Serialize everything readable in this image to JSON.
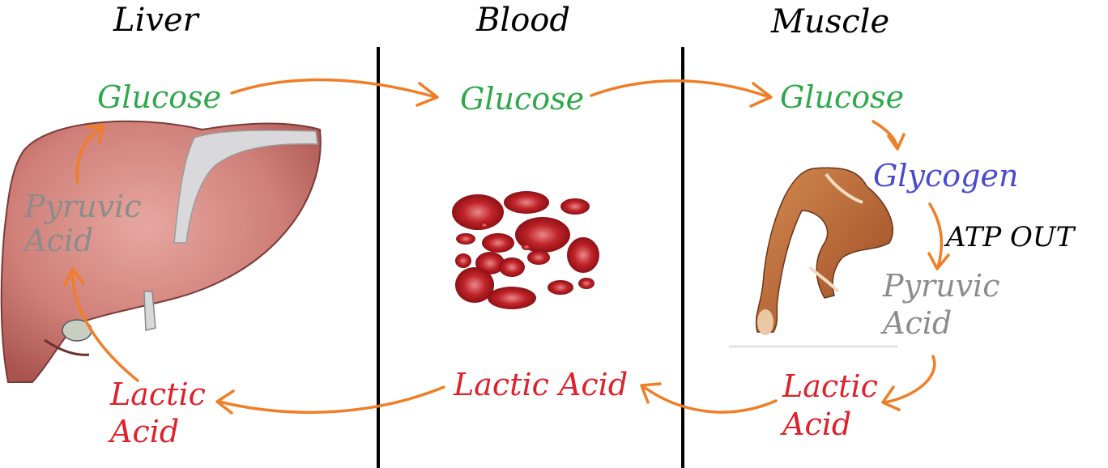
{
  "columns": {
    "liver": "Liver",
    "blood": "Blood",
    "muscle": "Muscle"
  },
  "liver": {
    "glucose": "Glucose",
    "pyruvic_line1": "Pyruvic",
    "pyruvic_line2": "Acid",
    "lactic_line1": "Lactic",
    "lactic_line2": "Acid"
  },
  "blood": {
    "glucose": "Glucose",
    "lactic": "Lactic Acid"
  },
  "muscle": {
    "glucose": "Glucose",
    "glycogen": "Glycogen",
    "atp": "ATP OUT",
    "pyruvic_line1": "Pyruvic",
    "pyruvic_line2": "Acid",
    "lactic_line1": "Lactic",
    "lactic_line2": "Acid"
  },
  "colors": {
    "glucose": "#2ea84a",
    "glycogen": "#4a4ad0",
    "pyruvic": "#8c8c8c",
    "lactic": "#e0202a",
    "arrow": "#f07e26",
    "divider": "#000000"
  }
}
